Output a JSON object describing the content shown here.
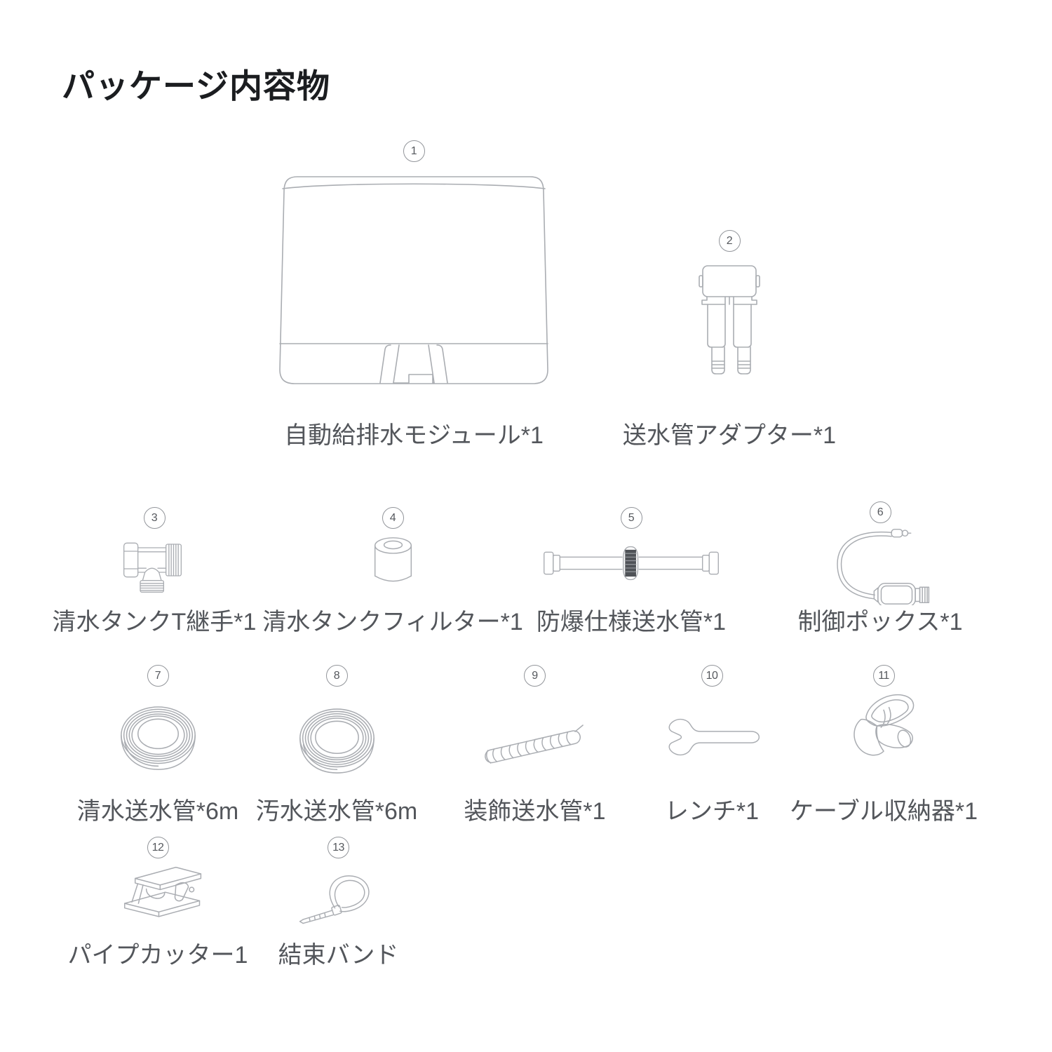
{
  "page": {
    "title": "パッケージ内容物",
    "background": "#ffffff",
    "line_color": "#aaadb2",
    "label_color": "#53565b",
    "number_circle_color": "#92959a"
  },
  "items": [
    {
      "number": "1",
      "label": "自動給排水モジュール*1",
      "icon": "auto-water-module"
    },
    {
      "number": "2",
      "label": "送水管アダプター*1",
      "icon": "water-pipe-adapter"
    },
    {
      "number": "3",
      "label": "清水タンクT継手*1",
      "icon": "clean-tank-t-joint"
    },
    {
      "number": "4",
      "label": "清水タンクフィルター*1",
      "icon": "clean-tank-filter"
    },
    {
      "number": "5",
      "label": "防爆仕様送水管*1",
      "icon": "explosion-proof-hose"
    },
    {
      "number": "6",
      "label": "制御ポックス*1",
      "icon": "control-box"
    },
    {
      "number": "7",
      "label": "清水送水管*6m",
      "icon": "clean-water-hose-coil"
    },
    {
      "number": "8",
      "label": "汚水送水管*6m",
      "icon": "waste-water-hose-coil"
    },
    {
      "number": "9",
      "label": "装飾送水管*1",
      "icon": "decorative-hose-wrap"
    },
    {
      "number": "10",
      "label": "レンチ*1",
      "icon": "wrench"
    },
    {
      "number": "11",
      "label": "ケーブル収納器*1",
      "icon": "cable-organizer"
    },
    {
      "number": "12",
      "label": "パイプカッター1",
      "icon": "pipe-cutter"
    },
    {
      "number": "13",
      "label": "結束バンド",
      "icon": "cable-tie"
    }
  ]
}
